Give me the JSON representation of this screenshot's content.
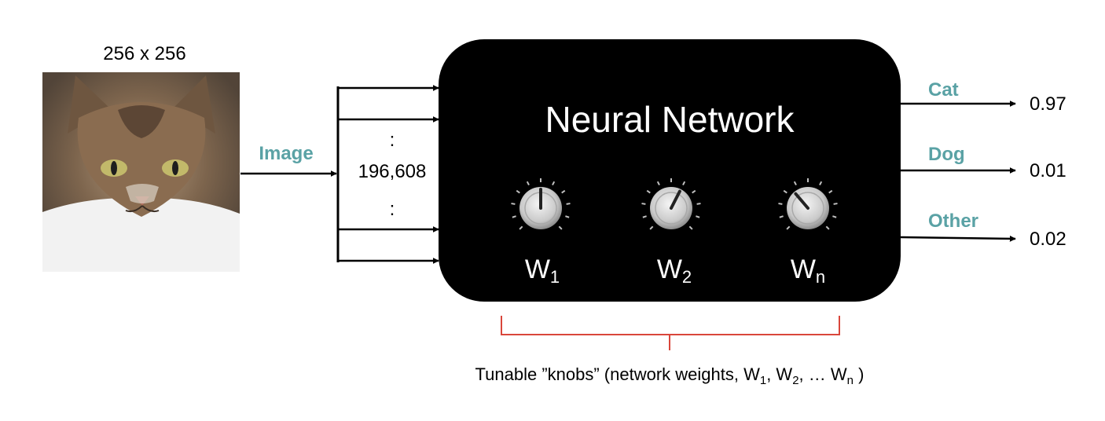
{
  "image_block": {
    "size_label": "256 x 256",
    "input_label": "Image"
  },
  "inputs": {
    "dots": ":",
    "count_label": "196,608"
  },
  "network": {
    "title": "Neural Network",
    "knobs": [
      {
        "letter": "W",
        "subscript": "1",
        "level": 0.5
      },
      {
        "letter": "W",
        "subscript": "2",
        "level": 0.6
      },
      {
        "letter": "W",
        "subscript": "n",
        "level": 0.35
      }
    ]
  },
  "outputs": [
    {
      "label": "Cat",
      "value": "0.97"
    },
    {
      "label": "Dog",
      "value": "0.01"
    },
    {
      "label": "Other",
      "value": "0.02"
    }
  ],
  "caption": {
    "prefix": "Tunable ”knobs” (network weights, W",
    "s1": "1",
    "mid1": ", W",
    "s2": "2",
    "mid2": ", … W",
    "sn": "n",
    "suffix": " )"
  },
  "colors": {
    "label_accent": "#5aa2a5",
    "brace": "#d9463b",
    "network_fill": "#000000"
  }
}
